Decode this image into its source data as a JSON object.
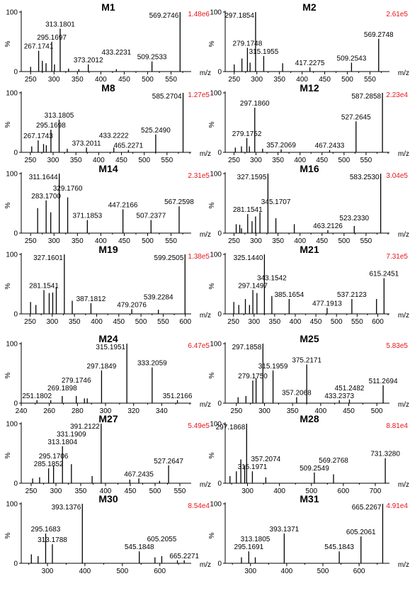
{
  "figure": {
    "y_axis_label": "%",
    "x_axis_label": "m/z"
  },
  "chart_data": [
    {
      "type": "bar",
      "title": "M1",
      "intensity": "1.48e6",
      "ylabel": "%",
      "xlabel": "m/z",
      "xlim": [
        230,
        590
      ],
      "ylim": [
        0,
        100
      ],
      "x_ticks": [
        250,
        300,
        350,
        400,
        450,
        500,
        550
      ],
      "y_ticks": [
        0,
        100
      ],
      "peaks": [
        {
          "mz": 250,
          "rel": 8
        },
        {
          "mz": 267.1741,
          "rel": 35,
          "label": "267.1741"
        },
        {
          "mz": 275,
          "rel": 18
        },
        {
          "mz": 283,
          "rel": 14
        },
        {
          "mz": 295.1697,
          "rel": 50,
          "label": "295.1697"
        },
        {
          "mz": 301,
          "rel": 12
        },
        {
          "mz": 313.1801,
          "rel": 72,
          "label": "313.1801"
        },
        {
          "mz": 331,
          "rel": 5
        },
        {
          "mz": 353,
          "rel": 4
        },
        {
          "mz": 373.2012,
          "rel": 12,
          "label": "373.2012"
        },
        {
          "mz": 433.2231,
          "rel": 4,
          "label": "433.2231"
        },
        {
          "mz": 509.2533,
          "rel": 17,
          "label": "509.2533"
        },
        {
          "mz": 569.2746,
          "rel": 100,
          "label": "569.2746"
        }
      ]
    },
    {
      "type": "bar",
      "title": "M2",
      "intensity": "2.61e5",
      "ylabel": "%",
      "xlabel": "m/z",
      "xlim": [
        230,
        590
      ],
      "ylim": [
        0,
        100
      ],
      "x_ticks": [
        250,
        300,
        350,
        400,
        450,
        500,
        550
      ],
      "y_ticks": [
        0,
        100
      ],
      "peaks": [
        {
          "mz": 250,
          "rel": 12
        },
        {
          "mz": 267,
          "rel": 22
        },
        {
          "mz": 279.1748,
          "rel": 40,
          "label": "279.1748"
        },
        {
          "mz": 285,
          "rel": 15
        },
        {
          "mz": 297.1854,
          "rel": 100,
          "label": "297.1854"
        },
        {
          "mz": 315.1955,
          "rel": 26,
          "label": "315.1955"
        },
        {
          "mz": 357,
          "rel": 14
        },
        {
          "mz": 417.2275,
          "rel": 7,
          "label": "417.2275"
        },
        {
          "mz": 509.2543,
          "rel": 15,
          "label": "509.2543"
        },
        {
          "mz": 569.2748,
          "rel": 55,
          "label": "569.2748"
        }
      ]
    },
    {
      "type": "bar",
      "title": "M8",
      "intensity": "1.27e5",
      "ylabel": "%",
      "xlabel": "m/z",
      "xlim": [
        230,
        600
      ],
      "ylim": [
        0,
        100
      ],
      "x_ticks": [
        250,
        300,
        350,
        400,
        450,
        500,
        550
      ],
      "y_ticks": [
        0,
        100
      ],
      "peaks": [
        {
          "mz": 253,
          "rel": 10
        },
        {
          "mz": 267.1743,
          "rel": 20,
          "label": "267.1743"
        },
        {
          "mz": 279,
          "rel": 14
        },
        {
          "mz": 285,
          "rel": 12
        },
        {
          "mz": 295.1698,
          "rel": 38,
          "label": "295.1698"
        },
        {
          "mz": 313.1805,
          "rel": 55,
          "label": "313.1805"
        },
        {
          "mz": 331,
          "rel": 6
        },
        {
          "mz": 373.2011,
          "rel": 8,
          "label": "373.2011"
        },
        {
          "mz": 433.2222,
          "rel": 8,
          "label": "433.2222"
        },
        {
          "mz": 465.2271,
          "rel": 4,
          "label": "465.2271"
        },
        {
          "mz": 525.249,
          "rel": 30,
          "label": "525.2490"
        },
        {
          "mz": 585.2704,
          "rel": 100,
          "label": "585.2704"
        }
      ]
    },
    {
      "type": "bar",
      "title": "M12",
      "intensity": "2.23e4",
      "ylabel": "%",
      "xlabel": "m/z",
      "xlim": [
        230,
        600
      ],
      "ylim": [
        0,
        100
      ],
      "x_ticks": [
        250,
        300,
        350,
        400,
        450,
        500,
        550
      ],
      "y_ticks": [
        0,
        100
      ],
      "peaks": [
        {
          "mz": 253,
          "rel": 8
        },
        {
          "mz": 267,
          "rel": 10
        },
        {
          "mz": 279.1752,
          "rel": 24,
          "label": "279.1752"
        },
        {
          "mz": 285,
          "rel": 10
        },
        {
          "mz": 297.186,
          "rel": 75,
          "label": "297.1860"
        },
        {
          "mz": 315,
          "rel": 6
        },
        {
          "mz": 357.2069,
          "rel": 5,
          "label": "357.2069"
        },
        {
          "mz": 467.2433,
          "rel": 4,
          "label": "467.2433"
        },
        {
          "mz": 527.2645,
          "rel": 52,
          "label": "527.2645"
        },
        {
          "mz": 587.2858,
          "rel": 100,
          "label": "587.2858"
        }
      ]
    },
    {
      "type": "bar",
      "title": "M14",
      "intensity": "2.31e5",
      "ylabel": "%",
      "xlabel": "m/z",
      "xlim": [
        230,
        590
      ],
      "ylim": [
        0,
        100
      ],
      "x_ticks": [
        250,
        300,
        350,
        400,
        450,
        500,
        550
      ],
      "y_ticks": [
        0,
        100
      ],
      "peaks": [
        {
          "mz": 265,
          "rel": 42
        },
        {
          "mz": 283.17,
          "rel": 55,
          "label": "283.1700"
        },
        {
          "mz": 293,
          "rel": 35
        },
        {
          "mz": 311.1644,
          "rel": 100,
          "label": "311.1644"
        },
        {
          "mz": 329.176,
          "rel": 60,
          "label": "329.1760"
        },
        {
          "mz": 371.1853,
          "rel": 22,
          "label": "371.1853"
        },
        {
          "mz": 447.2166,
          "rel": 40,
          "label": "447.2166"
        },
        {
          "mz": 507.2377,
          "rel": 22,
          "label": "507.2377"
        },
        {
          "mz": 567.2598,
          "rel": 45,
          "label": "567.2598"
        }
      ]
    },
    {
      "type": "bar",
      "title": "M16",
      "intensity": "3.04e5",
      "ylabel": "%",
      "xlabel": "m/z",
      "xlim": [
        230,
        600
      ],
      "ylim": [
        0,
        100
      ],
      "x_ticks": [
        250,
        300,
        350,
        400,
        450,
        500,
        550
      ],
      "y_ticks": [
        0,
        100
      ],
      "peaks": [
        {
          "mz": 255,
          "rel": 15
        },
        {
          "mz": 263,
          "rel": 14
        },
        {
          "mz": 267,
          "rel": 8
        },
        {
          "mz": 281.1541,
          "rel": 32,
          "label": "281.1541"
        },
        {
          "mz": 291,
          "rel": 20
        },
        {
          "mz": 299,
          "rel": 28
        },
        {
          "mz": 309,
          "rel": 35
        },
        {
          "mz": 327.1595,
          "rel": 100,
          "label": "327.1595"
        },
        {
          "mz": 345.1707,
          "rel": 25,
          "label": "345.1707"
        },
        {
          "mz": 387,
          "rel": 15
        },
        {
          "mz": 463.2126,
          "rel": 5,
          "label": "463.2126"
        },
        {
          "mz": 523.233,
          "rel": 12,
          "label": "523.2330"
        },
        {
          "mz": 583.253,
          "rel": 100,
          "label": "583.2530"
        }
      ]
    },
    {
      "type": "bar",
      "title": "M19",
      "intensity": "1.38e5",
      "ylabel": "%",
      "xlabel": "m/z",
      "xlim": [
        230,
        610
      ],
      "ylim": [
        0,
        100
      ],
      "x_ticks": [
        250,
        300,
        350,
        400,
        450,
        500,
        550,
        600
      ],
      "y_ticks": [
        0,
        100
      ],
      "peaks": [
        {
          "mz": 251,
          "rel": 20
        },
        {
          "mz": 263,
          "rel": 15
        },
        {
          "mz": 281.1541,
          "rel": 40,
          "label": "281.1541"
        },
        {
          "mz": 293,
          "rel": 35
        },
        {
          "mz": 301,
          "rel": 36
        },
        {
          "mz": 309,
          "rel": 45
        },
        {
          "mz": 327.1601,
          "rel": 100,
          "label": "327.1601"
        },
        {
          "mz": 345,
          "rel": 22
        },
        {
          "mz": 387.1812,
          "rel": 18,
          "label": "387.1812"
        },
        {
          "mz": 479.2076,
          "rel": 8,
          "label": "479.2076"
        },
        {
          "mz": 539.2284,
          "rel": 7,
          "label": "539.2284"
        },
        {
          "mz": 599.2505,
          "rel": 100,
          "label": "599.2505"
        }
      ]
    },
    {
      "type": "bar",
      "title": "M21",
      "intensity": "7.31e5",
      "ylabel": "%",
      "xlabel": "m/z",
      "xlim": [
        230,
        625
      ],
      "ylim": [
        0,
        100
      ],
      "x_ticks": [
        250,
        300,
        350,
        400,
        450,
        500,
        550,
        600
      ],
      "y_ticks": [
        0,
        100
      ],
      "peaks": [
        {
          "mz": 251,
          "rel": 20
        },
        {
          "mz": 263,
          "rel": 15
        },
        {
          "mz": 279,
          "rel": 25
        },
        {
          "mz": 289,
          "rel": 15
        },
        {
          "mz": 297.1497,
          "rel": 40,
          "label": "297.1497"
        },
        {
          "mz": 307,
          "rel": 35
        },
        {
          "mz": 325.144,
          "rel": 100,
          "label": "325.1440"
        },
        {
          "mz": 343.1542,
          "rel": 30,
          "label": "343.1542"
        },
        {
          "mz": 385.1654,
          "rel": 25,
          "label": "385.1654"
        },
        {
          "mz": 477.1913,
          "rel": 10,
          "label": "477.1913"
        },
        {
          "mz": 537.2123,
          "rel": 25,
          "label": "537.2123"
        },
        {
          "mz": 597,
          "rel": 25
        },
        {
          "mz": 615.2451,
          "rel": 60,
          "label": "615.2451"
        }
      ]
    },
    {
      "type": "bar",
      "title": "M24",
      "intensity": "6.47e5",
      "ylabel": "%",
      "xlabel": "m/z",
      "xlim": [
        240,
        360
      ],
      "ylim": [
        0,
        100
      ],
      "x_ticks": [
        240,
        260,
        280,
        300,
        320,
        340
      ],
      "y_ticks": [
        0,
        100
      ],
      "peaks": [
        {
          "mz": 251.1802,
          "rel": 5,
          "label": "251.1802"
        },
        {
          "mz": 261,
          "rel": 5
        },
        {
          "mz": 269.1898,
          "rel": 12,
          "label": "269.1898"
        },
        {
          "mz": 279.1746,
          "rel": 12,
          "label": "279.1746"
        },
        {
          "mz": 285,
          "rel": 8
        },
        {
          "mz": 287,
          "rel": 8
        },
        {
          "mz": 297.1849,
          "rel": 55,
          "label": "297.1849"
        },
        {
          "mz": 315.1951,
          "rel": 100,
          "label": "315.1951"
        },
        {
          "mz": 333.2059,
          "rel": 60,
          "label": "333.2059"
        },
        {
          "mz": 351.2166,
          "rel": 5,
          "label": "351.2166"
        }
      ]
    },
    {
      "type": "bar",
      "title": "M25",
      "intensity": "5.83e5",
      "ylabel": "%",
      "xlabel": "m/z",
      "xlim": [
        230,
        520
      ],
      "ylim": [
        0,
        100
      ],
      "x_ticks": [
        250,
        300,
        350,
        400,
        450,
        500
      ],
      "y_ticks": [
        0,
        100
      ],
      "peaks": [
        {
          "mz": 253,
          "rel": 10
        },
        {
          "mz": 267,
          "rel": 12
        },
        {
          "mz": 279.175,
          "rel": 38,
          "label": "279.1750"
        },
        {
          "mz": 285,
          "rel": 42
        },
        {
          "mz": 297.1858,
          "rel": 100,
          "label": "297.1858"
        },
        {
          "mz": 315.1959,
          "rel": 55,
          "label": "315.1959"
        },
        {
          "mz": 357.2068,
          "rel": 10,
          "label": "357.2068"
        },
        {
          "mz": 375.2171,
          "rel": 65,
          "label": "375.2171"
        },
        {
          "mz": 433.2373,
          "rel": 5,
          "label": "433.2373"
        },
        {
          "mz": 451.2482,
          "rel": 6,
          "label": "451.2482"
        },
        {
          "mz": 511.2694,
          "rel": 30,
          "label": "511.2694"
        }
      ]
    },
    {
      "type": "bar",
      "title": "M27",
      "intensity": "5.49e5",
      "ylabel": "%",
      "xlabel": "m/z",
      "xlim": [
        230,
        570
      ],
      "ylim": [
        0,
        100
      ],
      "x_ticks": [
        250,
        300,
        350,
        400,
        450,
        500,
        550
      ],
      "y_ticks": [
        0,
        100
      ],
      "peaks": [
        {
          "mz": 253,
          "rel": 8
        },
        {
          "mz": 267,
          "rel": 10
        },
        {
          "mz": 285.1852,
          "rel": 25,
          "label": "285.1852"
        },
        {
          "mz": 295.1706,
          "rel": 30,
          "label": "295.1706"
        },
        {
          "mz": 313.1804,
          "rel": 62,
          "label": "313.1804"
        },
        {
          "mz": 331.1909,
          "rel": 32,
          "label": "331.1909"
        },
        {
          "mz": 373,
          "rel": 12
        },
        {
          "mz": 391.2122,
          "rel": 100,
          "label": "391.2122"
        },
        {
          "mz": 449,
          "rel": 6
        },
        {
          "mz": 467.2435,
          "rel": 8,
          "label": "467.2435"
        },
        {
          "mz": 509,
          "rel": 4
        },
        {
          "mz": 527.2647,
          "rel": 30,
          "label": "527.2647"
        }
      ]
    },
    {
      "type": "bar",
      "title": "M28",
      "intensity": "8.81e4",
      "ylabel": "%",
      "xlabel": "m/z",
      "xlim": [
        230,
        740
      ],
      "ylim": [
        0,
        100
      ],
      "x_ticks": [
        300,
        400,
        500,
        600,
        700
      ],
      "y_ticks": [
        0,
        100
      ],
      "peaks": [
        {
          "mz": 245,
          "rel": 12
        },
        {
          "mz": 265,
          "rel": 20
        },
        {
          "mz": 279,
          "rel": 40
        },
        {
          "mz": 291,
          "rel": 30
        },
        {
          "mz": 297.1868,
          "rel": 100,
          "label": "297.1868"
        },
        {
          "mz": 315.1971,
          "rel": 20,
          "label": "315.1971"
        },
        {
          "mz": 357.2074,
          "rel": 10,
          "label": "357.2074"
        },
        {
          "mz": 509.2549,
          "rel": 18,
          "label": "509.2549"
        },
        {
          "mz": 569.2768,
          "rel": 15,
          "label": "569.2768"
        },
        {
          "mz": 731.328,
          "rel": 42,
          "label": "731.3280"
        }
      ]
    },
    {
      "type": "bar",
      "title": "M30",
      "intensity": "8.54e4",
      "ylabel": "%",
      "xlabel": "m/z",
      "xlim": [
        230,
        680
      ],
      "ylim": [
        0,
        100
      ],
      "x_ticks": [
        300,
        400,
        500,
        600
      ],
      "y_ticks": [
        0,
        100
      ],
      "peaks": [
        {
          "mz": 257,
          "rel": 15
        },
        {
          "mz": 275,
          "rel": 12
        },
        {
          "mz": 295.1683,
          "rel": 50,
          "label": "295.1683"
        },
        {
          "mz": 313.1788,
          "rel": 32,
          "label": "313.1788"
        },
        {
          "mz": 393.1376,
          "rel": 100,
          "label": "393.1376"
        },
        {
          "mz": 545.1848,
          "rel": 20,
          "label": "545.1848"
        },
        {
          "mz": 587,
          "rel": 10
        },
        {
          "mz": 605.2055,
          "rel": 12,
          "label": "605.2055"
        },
        {
          "mz": 647,
          "rel": 5
        },
        {
          "mz": 665.2271,
          "rel": 5,
          "label": "665.2271"
        }
      ]
    },
    {
      "type": "bar",
      "title": "M31",
      "intensity": "4.91e4",
      "ylabel": "%",
      "xlabel": "m/z",
      "xlim": [
        230,
        680
      ],
      "ylim": [
        0,
        100
      ],
      "x_ticks": [
        300,
        400,
        500,
        600
      ],
      "y_ticks": [
        0,
        100
      ],
      "peaks": [
        {
          "mz": 275,
          "rel": 10
        },
        {
          "mz": 295.1691,
          "rel": 20,
          "label": "295.1691"
        },
        {
          "mz": 313.1805,
          "rel": 10,
          "label": "313.1805"
        },
        {
          "mz": 393.1371,
          "rel": 50,
          "label": "393.1371"
        },
        {
          "mz": 545.1843,
          "rel": 20,
          "label": "545.1843"
        },
        {
          "mz": 605.2061,
          "rel": 45,
          "label": "605.2061"
        },
        {
          "mz": 665.2267,
          "rel": 100,
          "label": "665.2267"
        }
      ]
    }
  ]
}
